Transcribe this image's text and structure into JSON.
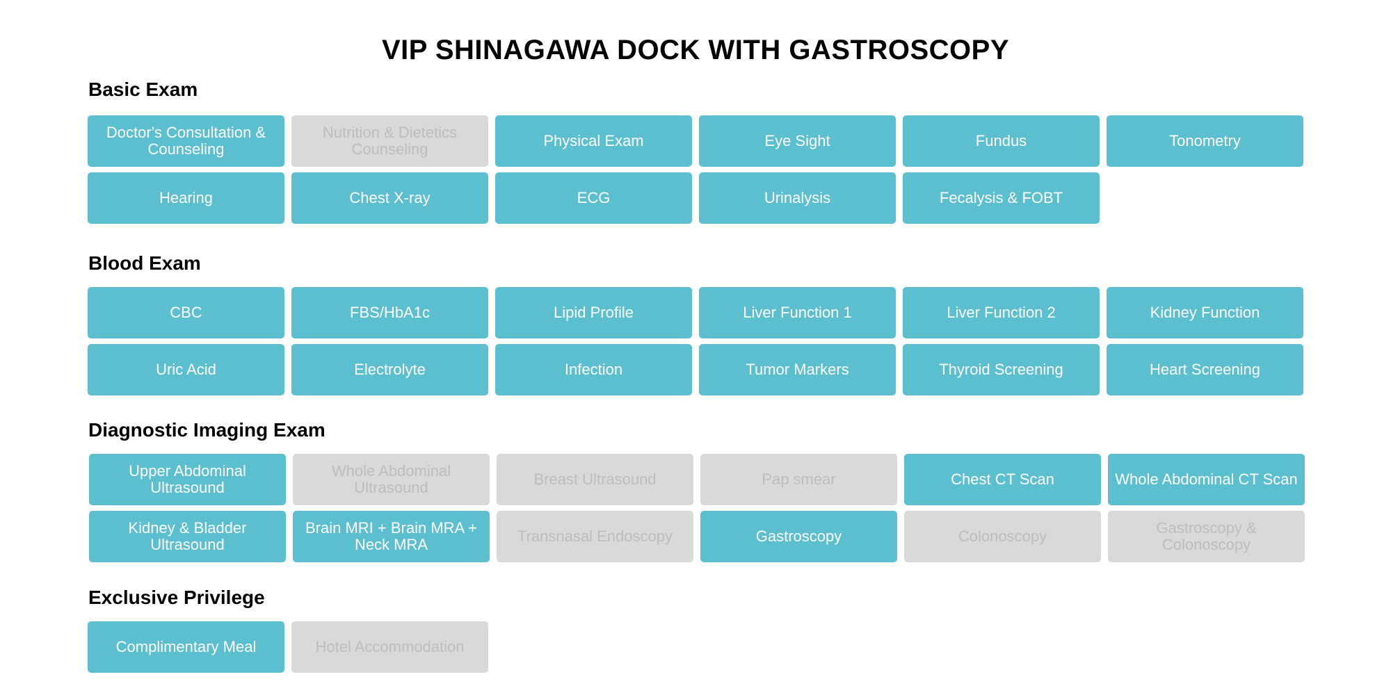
{
  "title": "VIP SHINAGAWA DOCK WITH GASTROSCOPY",
  "colors": {
    "included": "#5bbfcf",
    "excluded": "#d9d9d9",
    "excluded_text": "#bdbdbd"
  },
  "sections": [
    {
      "heading": "Basic Exam",
      "items": [
        {
          "label": "Doctor's Consultation & Counseling",
          "included": true
        },
        {
          "label": "Nutrition & Dietetics Counseling",
          "included": false
        },
        {
          "label": "Physical Exam",
          "included": true
        },
        {
          "label": "Eye Sight",
          "included": true
        },
        {
          "label": "Fundus",
          "included": true
        },
        {
          "label": "Tonometry",
          "included": true
        },
        {
          "label": "Hearing",
          "included": true
        },
        {
          "label": "Chest X-ray",
          "included": true
        },
        {
          "label": "ECG",
          "included": true
        },
        {
          "label": "Urinalysis",
          "included": true
        },
        {
          "label": "Fecalysis & FOBT",
          "included": true
        }
      ]
    },
    {
      "heading": "Blood Exam",
      "items": [
        {
          "label": "CBC",
          "included": true
        },
        {
          "label": "FBS/HbA1c",
          "included": true
        },
        {
          "label": "Lipid Profile",
          "included": true
        },
        {
          "label": "Liver Function 1",
          "included": true
        },
        {
          "label": "Liver Function 2",
          "included": true
        },
        {
          "label": "Kidney Function",
          "included": true
        },
        {
          "label": "Uric Acid",
          "included": true
        },
        {
          "label": "Electrolyte",
          "included": true
        },
        {
          "label": "Infection",
          "included": true
        },
        {
          "label": "Tumor Markers",
          "included": true
        },
        {
          "label": "Thyroid Screening",
          "included": true
        },
        {
          "label": "Heart Screening",
          "included": true
        }
      ]
    },
    {
      "heading": "Diagnostic Imaging Exam",
      "items": [
        {
          "label": "Upper Abdominal Ultrasound",
          "included": true
        },
        {
          "label": "Whole Abdominal Ultrasound",
          "included": false
        },
        {
          "label": "Breast Ultrasound",
          "included": false
        },
        {
          "label": "Pap smear",
          "included": false
        },
        {
          "label": "Chest CT Scan",
          "included": true
        },
        {
          "label": "Whole Abdominal CT Scan",
          "included": true
        },
        {
          "label": "Kidney & Bladder Ultrasound",
          "included": true
        },
        {
          "label": "Brain MRI + Brain MRA + Neck MRA",
          "included": true
        },
        {
          "label": "Transnasal Endoscopy",
          "included": false
        },
        {
          "label": "Gastroscopy",
          "included": true
        },
        {
          "label": "Colonoscopy",
          "included": false
        },
        {
          "label": "Gastroscopy & Colonoscopy",
          "included": false
        }
      ]
    },
    {
      "heading": "Exclusive Privilege",
      "items": [
        {
          "label": "Complimentary Meal",
          "included": true
        },
        {
          "label": "Hotel Accommodation",
          "included": false
        }
      ]
    }
  ]
}
